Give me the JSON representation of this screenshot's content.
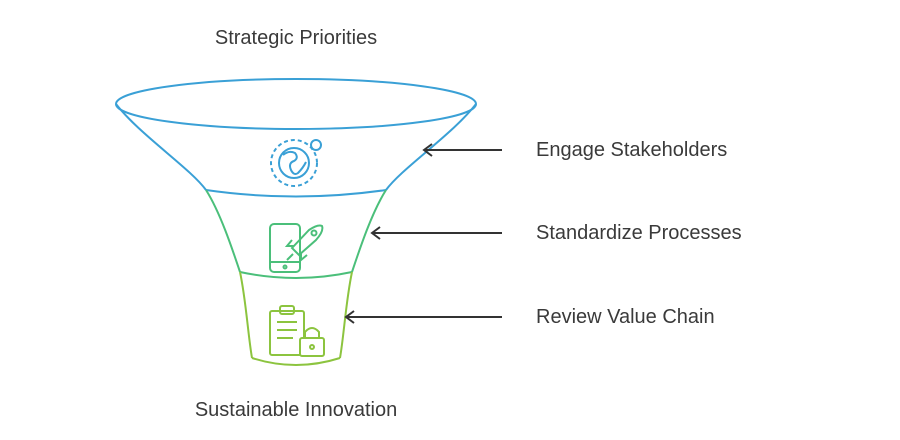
{
  "diagram": {
    "top_label": "Strategic Priorities",
    "bottom_label": "Sustainable Innovation",
    "stages": [
      {
        "label": "Engage Stakeholders",
        "icon": "globe-icon",
        "color": "#3aa0d6"
      },
      {
        "label": "Standardize Processes",
        "icon": "phone-rocket-icon",
        "color": "#4bbf7a"
      },
      {
        "label": "Review Value Chain",
        "icon": "clipboard-lock-icon",
        "color": "#8cc43f"
      }
    ]
  }
}
